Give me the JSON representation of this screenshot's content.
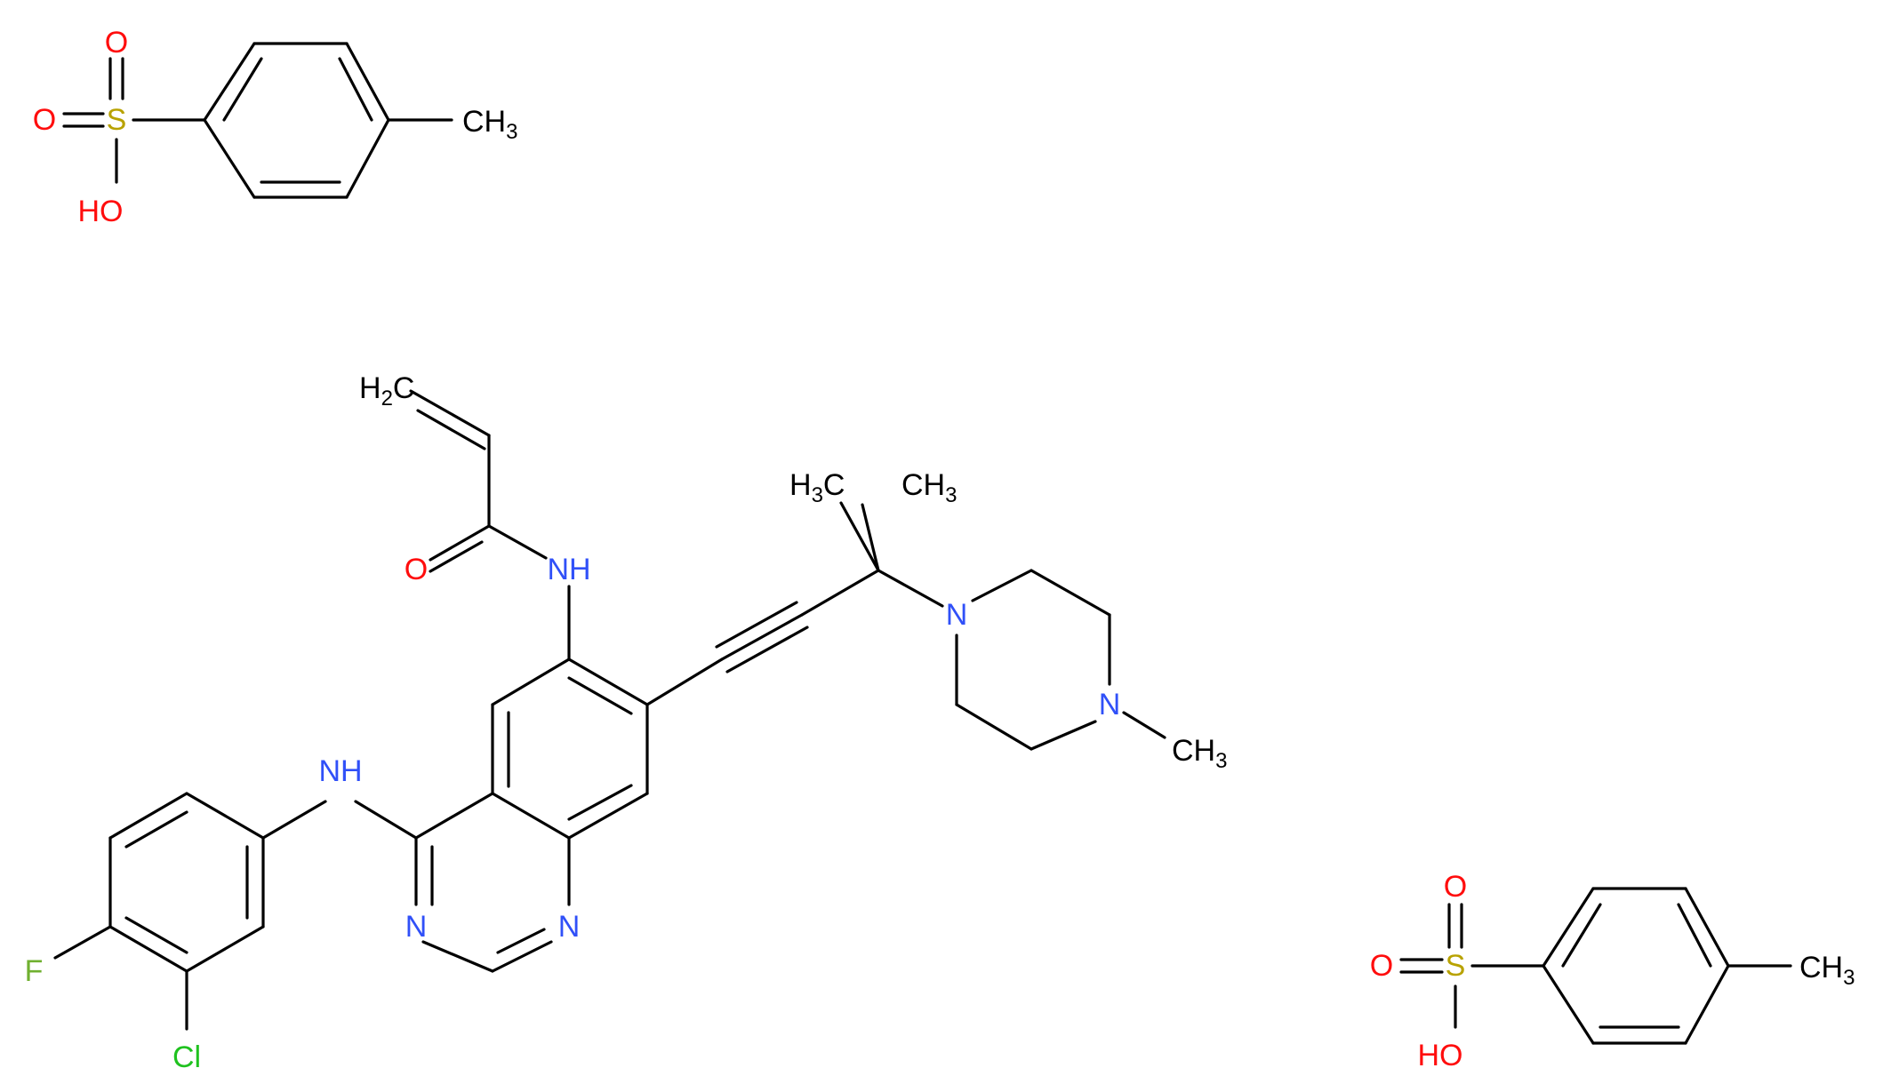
{
  "colors": {
    "bond": "#000000",
    "carbon_label": "#000000",
    "oxygen": "#ff0d0d",
    "nitrogen": "#3050f8",
    "sulfur": "#b8a200",
    "fluorine": "#70b030",
    "chlorine": "#1fc21f"
  },
  "tosylate_1": {
    "o_top": "O",
    "o_left": "O",
    "s": "S",
    "oh": "HO",
    "ch3": "CH",
    "ch3_sub": "3"
  },
  "main_molecule": {
    "h2c": "H",
    "h2c_sub": "2",
    "h2c_c": "C",
    "o": "O",
    "nh_amide": "NH",
    "h3c": "H",
    "h3c_sub": "3",
    "h3c_c": "C",
    "ch3_top": "CH",
    "ch3_top_sub": "3",
    "n_pip1": "N",
    "n_pip2": "N",
    "ch3_pip": "CH",
    "ch3_pip_sub": "3",
    "nh_anilino": "NH",
    "n_q1": "N",
    "n_q3": "N",
    "f": "F",
    "cl": "Cl"
  },
  "tosylate_2": {
    "o_top": "O",
    "o_left": "O",
    "s": "S",
    "oh": "HO",
    "ch3": "CH",
    "ch3_sub": "3"
  }
}
